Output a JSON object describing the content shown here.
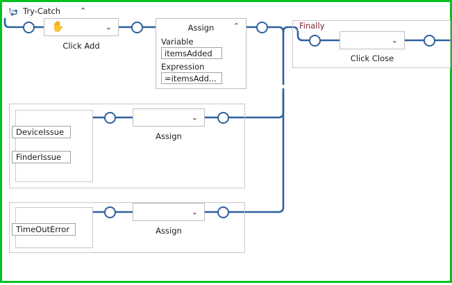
{
  "theme": {
    "selection_border": "#00c322",
    "wire_color": "#2e5f9e",
    "panel_border": "#c8c8c8",
    "field_border": "#9aa3ad",
    "finally_label_color": "#7b2232",
    "icon_blue": "#2e7fd1"
  },
  "header": {
    "icon": "try-catch-icon",
    "title": "Try-Catch",
    "collapse_caret": "⌃"
  },
  "try_branch": {
    "click_add": {
      "icon": "hand-icon",
      "icon_glyph": "✋",
      "dropdown_value": "",
      "chevron": "⌄",
      "caption": "Click Add"
    },
    "assign": {
      "title": "Assign",
      "collapse_caret": "⌃",
      "variable_label": "Variable",
      "variable_value": "itemsAdded",
      "expression_label": "Expression",
      "expression_value": "=itemsAdd..."
    }
  },
  "finally_branch": {
    "label": "Finally",
    "click_close": {
      "dropdown_value": "",
      "chevron": "⌄",
      "caption": "Click Close"
    }
  },
  "catch_blocks": [
    {
      "name": "catch-device-finder",
      "exceptions": [
        "DeviceIssue",
        "FinderIssue"
      ],
      "action": {
        "dropdown_value": "",
        "chevron": "⌄",
        "caption": "Assign"
      }
    },
    {
      "name": "catch-timeout",
      "exceptions": [
        "TimeOutError"
      ],
      "action": {
        "dropdown_value": "",
        "chevron": "⌄",
        "caption": "Assign"
      }
    }
  ]
}
